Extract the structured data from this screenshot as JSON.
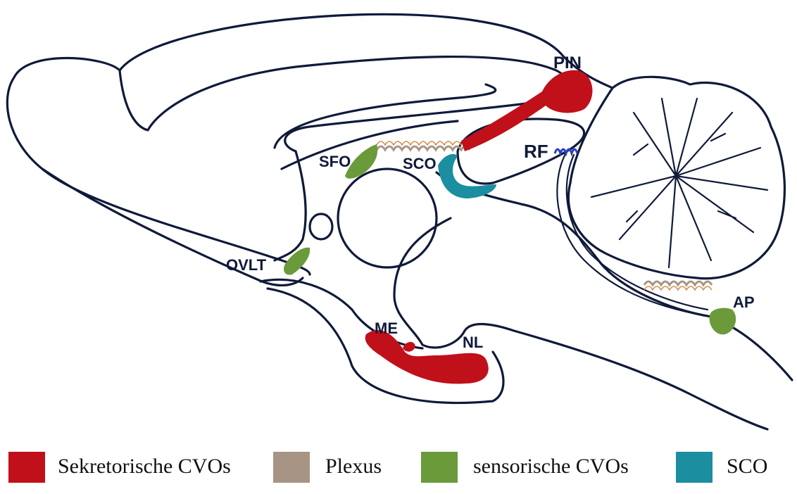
{
  "labels": {
    "pin": "PIN",
    "sfo": "SFO",
    "sco": "SCO",
    "rf": "RF",
    "ovlt": "OVLT",
    "me": "ME",
    "nl": "NL",
    "ap": "AP"
  },
  "colors": {
    "secretory": "#c0101a",
    "plexus": "#a89484",
    "sensory": "#6a9a3a",
    "sco": "#1b8ea0",
    "rf": "#2a3fbf",
    "outline": "#0f1a3a"
  },
  "legend": [
    {
      "label": "Sekretorische CVOs",
      "color": "#c0101a"
    },
    {
      "label": "Plexus",
      "color": "#a89484"
    },
    {
      "label": "sensorische CVOs",
      "color": "#6a9a3a"
    },
    {
      "label": "SCO",
      "color": "#1b8ea0"
    }
  ]
}
